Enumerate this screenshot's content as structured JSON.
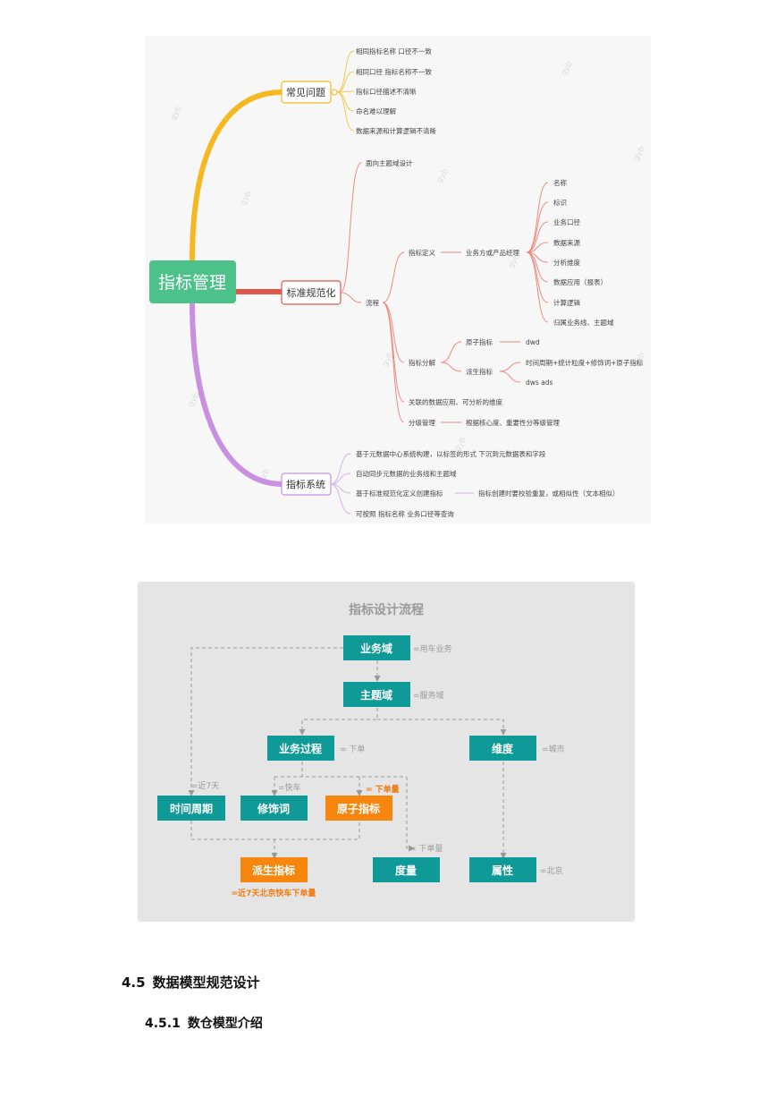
{
  "mindmap": {
    "root": "指标管理",
    "watermark": "gyb",
    "branches": [
      {
        "label": "常见问题",
        "color": "#f5b820",
        "items": [
          "相同指标名称 口径不一致",
          "相同口径 指标名称不一致",
          "指标口径描述不清晰",
          "命名难以理解",
          "数据来源和计算逻辑不清晰"
        ]
      },
      {
        "label": "标准规范化",
        "color": "#e0574a",
        "top_item": "面向主题域设计",
        "flow": {
          "label": "流程",
          "def": {
            "label": "指标定义",
            "owner": "业务方或产品经理",
            "fields": [
              "名称",
              "标识",
              "业务口径",
              "数据来源",
              "分析维度",
              "数据应用（报表）",
              "计算逻辑",
              "归属业务线、主题域"
            ]
          },
          "decompose": {
            "label": "指标分解",
            "atomic": {
              "label": "原子指标",
              "layer": "dwd"
            },
            "derived": {
              "label": "派生指标",
              "formula": "时间周期+统计粒度+修饰词+原子指标",
              "layer": "dws ads"
            }
          },
          "related": "关联的数据应用、可分析的维度",
          "grading": {
            "label": "分级管理",
            "desc": "根据核心度、重要性分等级管理"
          }
        }
      },
      {
        "label": "指标系统",
        "color": "#c98fe0",
        "items": [
          "基于元数据中心系统构建，以标签的形式 下沉到元数据表和字段",
          "自动同步元数据的业务线和主题域",
          "基于标准规范化定义创建指标",
          "可按照 指标名称 业务口径等查询"
        ],
        "item3_note": "指标创建时要校验重复，或相似性（文本相似）"
      }
    ]
  },
  "flowchart": {
    "title": "指标设计流程",
    "colors": {
      "teal": "#0f9a97",
      "orange": "#f7860e",
      "note_gray": "#9a9a9a",
      "note_orange": "#f07a10"
    },
    "nodes": {
      "biz_domain": "业务域",
      "subject_domain": "主题域",
      "biz_process": "业务过程",
      "dimension": "维度",
      "time_period": "时间周期",
      "modifier": "修饰词",
      "atomic": "原子指标",
      "derived": "派生指标",
      "measure": "度量",
      "attribute": "属性"
    },
    "notes": {
      "biz_domain": "=用车业务",
      "subject_domain": "=服务域",
      "biz_process": "= 下单",
      "dimension": "=城市",
      "time_period": "=近7天",
      "modifier": "=快车",
      "atomic": "= 下单量",
      "measure": "= 下单量",
      "attribute": "=北京",
      "derived": "=近7天北京快车下单量"
    }
  },
  "headings": {
    "h1_num": "4.5",
    "h1_text": "数据模型规范设计",
    "h2_num": "4.5.1",
    "h2_text": "数仓模型介绍"
  }
}
